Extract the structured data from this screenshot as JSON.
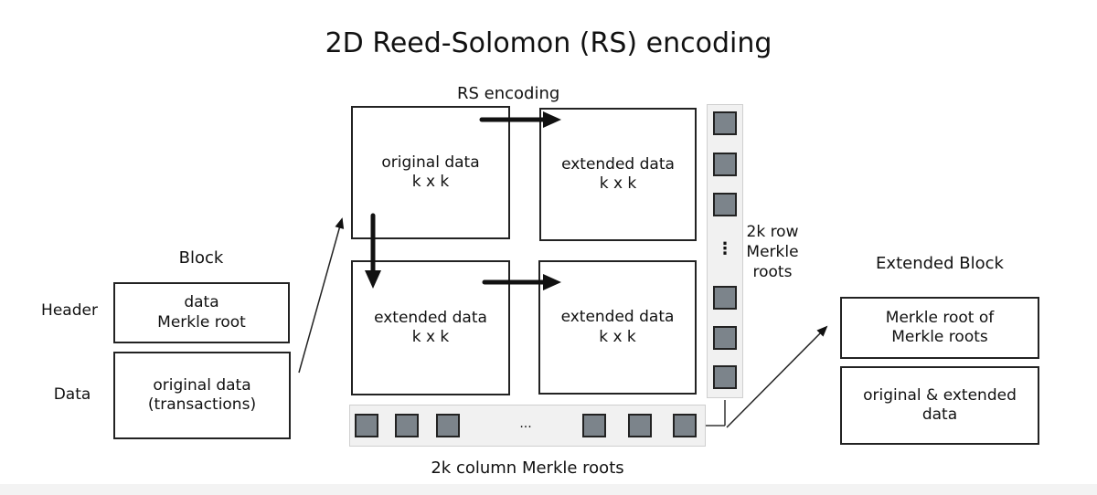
{
  "title": "2D Reed-Solomon (RS) encoding",
  "rs_encoding_label": "RS encoding",
  "quadrants": {
    "top_left": {
      "line1": "original data",
      "line2": "k x k"
    },
    "top_right": {
      "line1": "extended data",
      "line2": "k x k"
    },
    "bottom_left": {
      "line1": "extended data",
      "line2": "k x k"
    },
    "bottom_right": {
      "line1": "extended data",
      "line2": "k x k"
    }
  },
  "row_roots": {
    "label_line1": "2k row",
    "label_line2": "Merkle",
    "label_line3": "roots",
    "ellipsis": "⋮"
  },
  "column_roots": {
    "label": "2k column Merkle roots",
    "ellipsis": "..."
  },
  "block": {
    "title": "Block",
    "header_label": "Header",
    "header_box": {
      "line1": "data",
      "line2": "Merkle root"
    },
    "data_label": "Data",
    "data_box": {
      "line1": "original data",
      "line2": "(transactions)"
    }
  },
  "extended_block": {
    "title": "Extended Block",
    "root_box": {
      "line1": "Merkle root of",
      "line2": "Merkle roots"
    },
    "data_box": {
      "line1": "original & extended",
      "line2": "data"
    }
  },
  "colors": {
    "ink": "#222222",
    "square_fill": "#7c848b",
    "strip_fill": "#f1f1f1"
  }
}
